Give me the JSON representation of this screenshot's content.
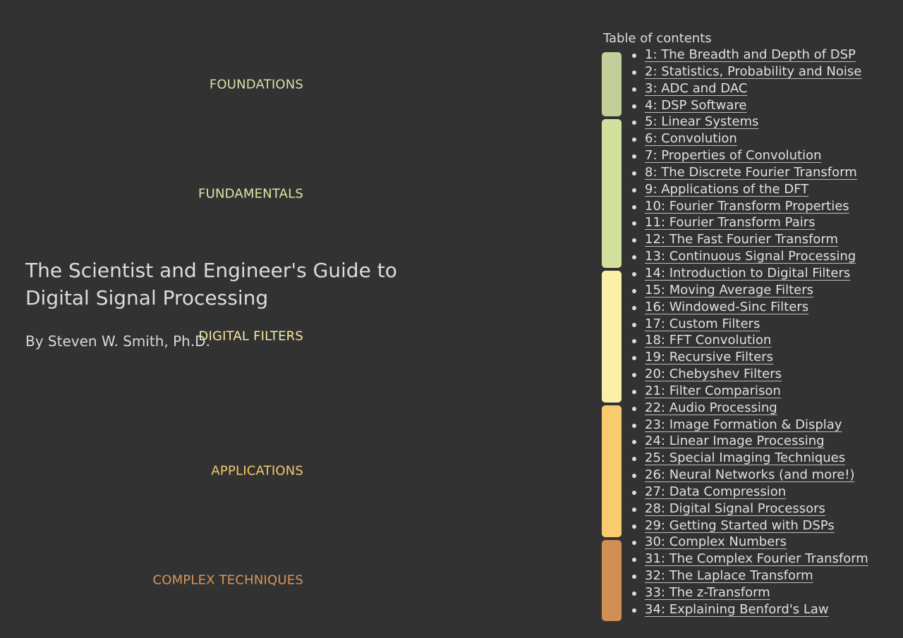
{
  "book": {
    "title_line1": "The Scientist and Engineer's Guide to",
    "title_line2": "Digital Signal Processing",
    "author": "By Steven W. Smith, Ph.D."
  },
  "toc": {
    "heading": "Table of contents",
    "sections": [
      {
        "label": "FOUNDATIONS",
        "color": "#c3cf9b",
        "label_color": "#d9dfa6",
        "first": 1,
        "count": 4
      },
      {
        "label": "FUNDAMENTALS",
        "color": "#d3e19f",
        "label_color": "#dfe6a4",
        "first": 5,
        "count": 9
      },
      {
        "label": "DIGITAL FILTERS",
        "color": "#fcefa8",
        "label_color": "#f6e9a0",
        "first": 14,
        "count": 8
      },
      {
        "label": "APPLICATIONS",
        "color": "#f8cb6e",
        "label_color": "#f4c86a",
        "first": 22,
        "count": 8
      },
      {
        "label": "COMPLEX TECHNIQUES",
        "color": "#d18f53",
        "label_color": "#d99556",
        "first": 30,
        "count": 5
      }
    ],
    "chapters": [
      "1: The Breadth and Depth of DSP",
      "2: Statistics, Probability and Noise",
      "3: ADC and DAC",
      "4: DSP Software",
      "5: Linear Systems",
      "6: Convolution",
      "7: Properties of Convolution",
      "8: The Discrete Fourier Transform",
      "9: Applications of the DFT",
      "10: Fourier Transform Properties",
      "11: Fourier Transform Pairs",
      "12: The Fast Fourier Transform",
      "13: Continuous Signal Processing",
      "14: Introduction to Digital Filters",
      "15: Moving Average Filters",
      "16: Windowed-Sinc Filters",
      "17: Custom Filters",
      "18: FFT Convolution",
      "19: Recursive Filters",
      "20: Chebyshev Filters",
      "21: Filter Comparison",
      "22: Audio Processing",
      "23: Image Formation & Display",
      "24: Linear Image Processing",
      "25: Special Imaging Techniques",
      "26: Neural Networks (and more!)",
      "27: Data Compression",
      "28: Digital Signal Processors",
      "29: Getting Started with DSPs",
      "30: Complex Numbers",
      "31: The Complex Fourier Transform",
      "32: The Laplace Transform",
      "33: The z-Transform",
      "34: Explaining Benford's Law"
    ]
  }
}
